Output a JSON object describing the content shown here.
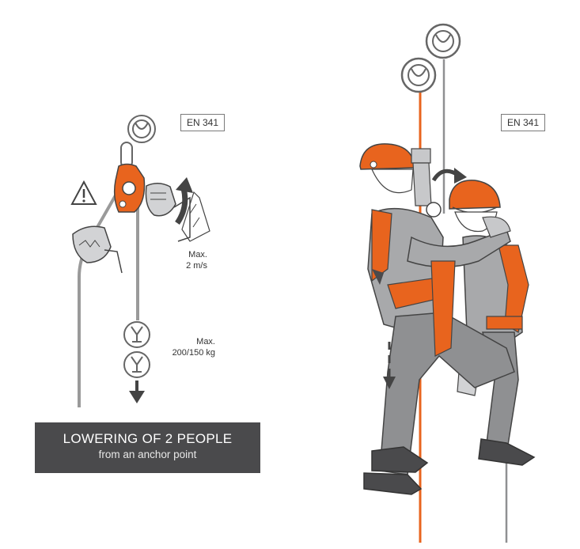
{
  "labels": {
    "standard_left": "EN 341",
    "standard_right": "EN 341",
    "speed_max": "Max.",
    "speed_value": "2 m/s",
    "load_max": "Max.",
    "load_value": "200/150 kg"
  },
  "banner": {
    "title": "LOWERING OF 2 PEOPLE",
    "subtitle": "from an anchor point"
  },
  "colors": {
    "accent_orange": "#e8641e",
    "dark_gray": "#4a4a4c",
    "mid_gray": "#8f9092",
    "light_gray": "#c7c8ca"
  },
  "icons": [
    "warning-icon",
    "anchor-icon",
    "arrow-down-icon",
    "rotate-arrow-icon"
  ]
}
